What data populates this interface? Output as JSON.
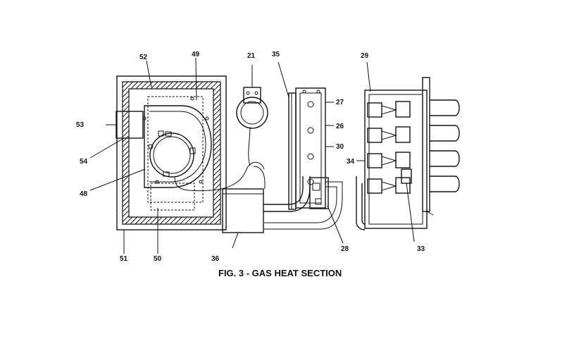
{
  "caption": "FIG. 3 - GAS HEAT SECTION",
  "callouts": {
    "c52": "52",
    "c49": "49",
    "c21": "21",
    "c35": "35",
    "c29": "29",
    "c27": "27",
    "c26": "26",
    "c30": "30",
    "c34": "34",
    "c53": "53",
    "c54": "54",
    "c48": "48",
    "c51": "51",
    "c50": "50",
    "c36": "36",
    "c28": "28",
    "c33": "33"
  }
}
